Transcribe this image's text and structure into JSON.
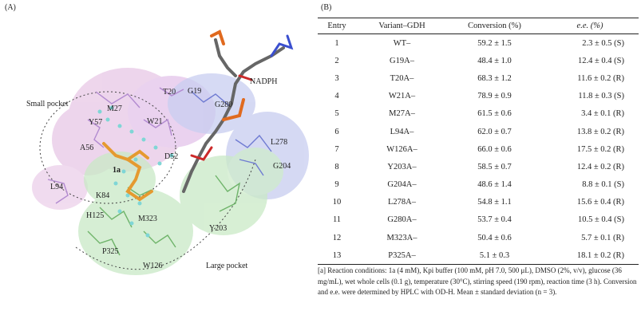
{
  "panel_a_label": "(A)",
  "panel_b_label": "(B)",
  "figure": {
    "labels": {
      "small_pocket": "Small pocket",
      "large_pocket": "Large pocket",
      "nadph": "NADPH",
      "substrate": "1a",
      "residues": [
        "M27",
        "T20",
        "G19",
        "G280",
        "W21",
        "Y57",
        "A56",
        "D52",
        "L278",
        "G204",
        "L94",
        "K84",
        "M323",
        "H125",
        "Y203",
        "P325",
        "W126"
      ]
    },
    "colors": {
      "small_pocket": "#e8c8e6",
      "large_pocket": "#c9e9c6",
      "nadph_pocket": "#c8cdf0",
      "substrate": "#e59a30",
      "residue_small": "#b28ad0",
      "residue_large": "#6fb46a",
      "residue_blue": "#6f7bd2",
      "water": "#7fd6d6"
    }
  },
  "table": {
    "headers": [
      "Entry",
      "Variant–GDH",
      "Conversion (%)",
      "e.e. (%)"
    ],
    "rows": [
      {
        "entry": "1",
        "variant": "WT–",
        "conversion": "59.2 ± 1.5",
        "ee": "2.3 ± 0.5 (S)"
      },
      {
        "entry": "2",
        "variant": "G19A–",
        "conversion": "48.4 ± 1.0",
        "ee": "12.4 ± 0.4 (S)"
      },
      {
        "entry": "3",
        "variant": "T20A–",
        "conversion": "68.3 ± 1.2",
        "ee": "11.6 ± 0.2 (R)"
      },
      {
        "entry": "4",
        "variant": "W21A–",
        "conversion": "78.9 ± 0.9",
        "ee": "11.8 ± 0.3 (S)"
      },
      {
        "entry": "5",
        "variant": "M27A–",
        "conversion": "61.5 ± 0.6",
        "ee": "3.4 ± 0.1 (R)"
      },
      {
        "entry": "6",
        "variant": "L94A–",
        "conversion": "62.0 ± 0.7",
        "ee": "13.8 ± 0.2 (R)"
      },
      {
        "entry": "7",
        "variant": "W126A–",
        "conversion": "66.0 ± 0.6",
        "ee": "17.5 ± 0.2 (R)"
      },
      {
        "entry": "8",
        "variant": "Y203A–",
        "conversion": "58.5 ± 0.7",
        "ee": "12.4 ± 0.2 (R)"
      },
      {
        "entry": "9",
        "variant": "G204A–",
        "conversion": "48.6 ± 1.4",
        "ee": "8.8 ± 0.1 (S)"
      },
      {
        "entry": "10",
        "variant": "L278A–",
        "conversion": "54.8 ± 1.1",
        "ee": "15.6 ± 0.4 (R)"
      },
      {
        "entry": "11",
        "variant": "G280A–",
        "conversion": "53.7 ± 0.4",
        "ee": "10.5 ± 0.4 (S)"
      },
      {
        "entry": "12",
        "variant": "M323A–",
        "conversion": "50.4 ± 0.6",
        "ee": "5.7 ± 0.1 (R)"
      },
      {
        "entry": "13",
        "variant": "P325A–",
        "conversion": "5.1 ± 0.3",
        "ee": "18.1 ± 0.2 (R)"
      }
    ],
    "footnote": "[a] Reaction conditions: 1a (4 mM), Kpi buffer (100 mM, pH 7.0, 500 μL), DMSO (2%, v/v), glucose (36 mg/mL), wet whole cells (0.1 g), temperature (30°C), stirring speed (190 rpm), reaction time (3 h). Conversion and e.e. were determined by HPLC with OD-H. Mean ± standard deviation (n = 3)."
  }
}
